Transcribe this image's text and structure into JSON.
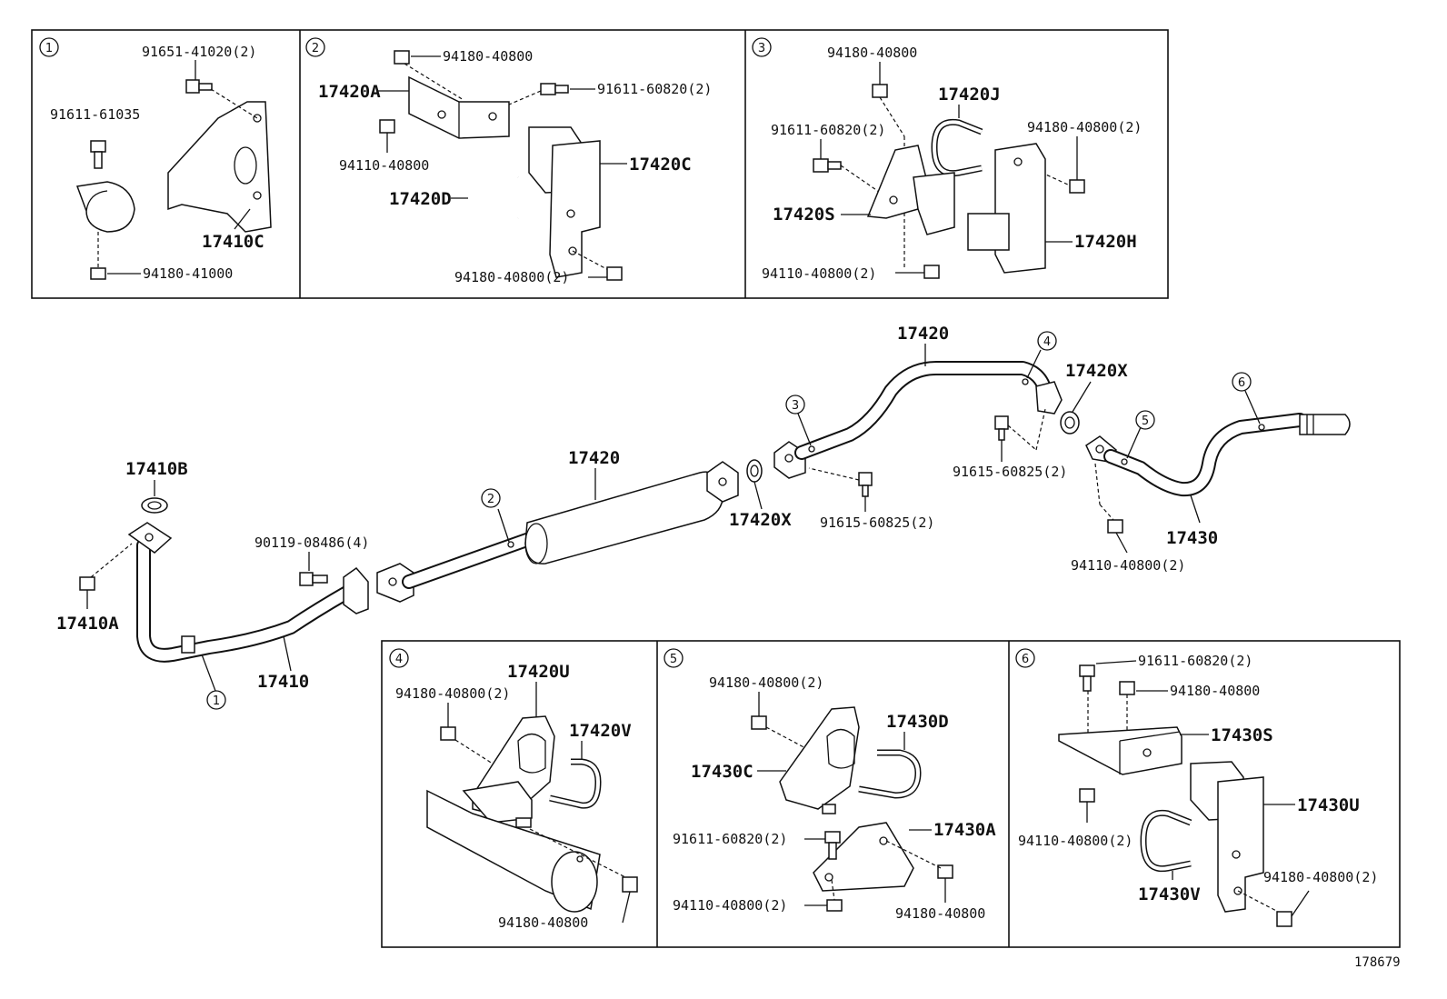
{
  "callouts": {
    "c1": "1",
    "c2": "2",
    "c3": "3",
    "c4": "4",
    "c5": "5",
    "c6": "6"
  },
  "inset1": {
    "p1": "91651-41020(2)",
    "p2": "91611-61035",
    "p3": "17410C",
    "p4": "94180-41000"
  },
  "inset2": {
    "p1": "94180-40800",
    "p2": "17420A",
    "p3": "91611-60820(2)",
    "p4": "94110-40800",
    "p5": "17420C",
    "p6": "17420D",
    "p7": "94180-40800(2)"
  },
  "inset3": {
    "p1": "94180-40800",
    "p2": "17420J",
    "p3": "91611-60820(2)",
    "p4": "94180-40800(2)",
    "p5": "17420S",
    "p6": "17420H",
    "p7": "94110-40800(2)"
  },
  "main": {
    "p1": "17420",
    "p2": "17420X",
    "p3": "91615-60825(2)",
    "p4": "17420",
    "p5": "17420X",
    "p6": "91615-60825(2)",
    "p7": "17430",
    "p8": "94110-40800(2)",
    "p9": "17410B",
    "p10": "90119-08486(4)",
    "p11": "17410A",
    "p12": "17410"
  },
  "inset4": {
    "p1": "17420U",
    "p2": "94180-40800(2)",
    "p3": "17420V",
    "p4": "94180-40800"
  },
  "inset5": {
    "p1": "94180-40800(2)",
    "p2": "17430D",
    "p3": "17430C",
    "p4": "91611-60820(2)",
    "p5": "17430A",
    "p6": "94110-40800(2)",
    "p7": "94180-40800"
  },
  "inset6": {
    "p1": "91611-60820(2)",
    "p2": "94180-40800",
    "p3": "17430S",
    "p4": "17430U",
    "p5": "94110-40800(2)",
    "p6": "17430V",
    "p7": "94180-40800(2)"
  },
  "figure_id": "178679"
}
